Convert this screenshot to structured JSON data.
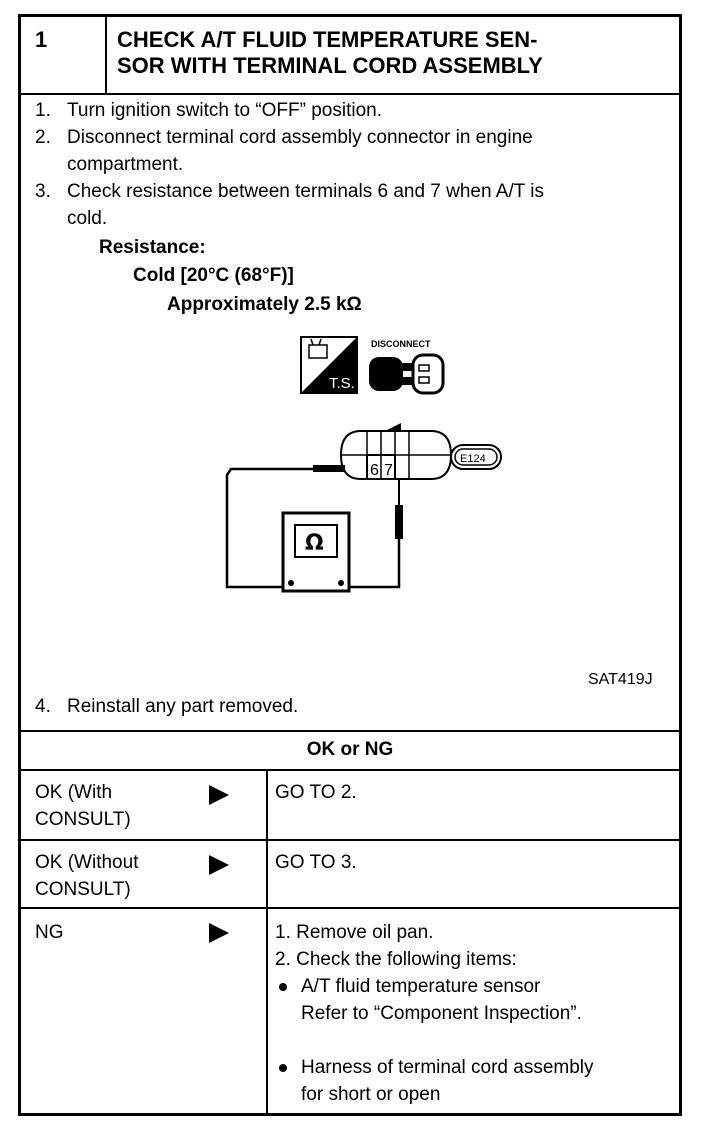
{
  "header": {
    "step_number": "1",
    "title_line1": "CHECK A/T FLUID TEMPERATURE SEN-",
    "title_line2": "SOR WITH TERMINAL CORD ASSEMBLY"
  },
  "instructions": [
    {
      "num": "1.",
      "text": "Turn ignition switch to “OFF” position."
    },
    {
      "num": "2.",
      "text": "Disconnect terminal cord assembly connector in engine",
      "text2": "compartment."
    },
    {
      "num": "3.",
      "text": "Check resistance between terminals 6 and 7 when A/T is",
      "text2": "cold."
    }
  ],
  "spec": {
    "label": "Resistance:",
    "condition": "Cold [20°C (68°F)]",
    "value": "Approximately 2.5 kΩ"
  },
  "diagram": {
    "ts_label": "T.S.",
    "disconnect_label": "DISCONNECT",
    "connector_id": "E124",
    "terminal_a": "6",
    "terminal_b": "7",
    "meter_symbol": "Ω",
    "caption": "SAT419J"
  },
  "step4": {
    "num": "4.",
    "text": "Reinstall any part removed."
  },
  "result_header": "OK or NG",
  "results": [
    {
      "label1": "OK (With",
      "label2": "CONSULT)",
      "action": "GO TO 2."
    },
    {
      "label1": "OK (Without",
      "label2": "CONSULT)",
      "action": "GO TO 3."
    },
    {
      "label1": "NG",
      "items": [
        "1.  Remove oil pan.",
        "2.  Check the following items:",
        "A/T fluid temperature sensor",
        "Refer to “Component Inspection”.",
        "Harness of terminal cord assembly",
        "for short or open"
      ]
    }
  ]
}
